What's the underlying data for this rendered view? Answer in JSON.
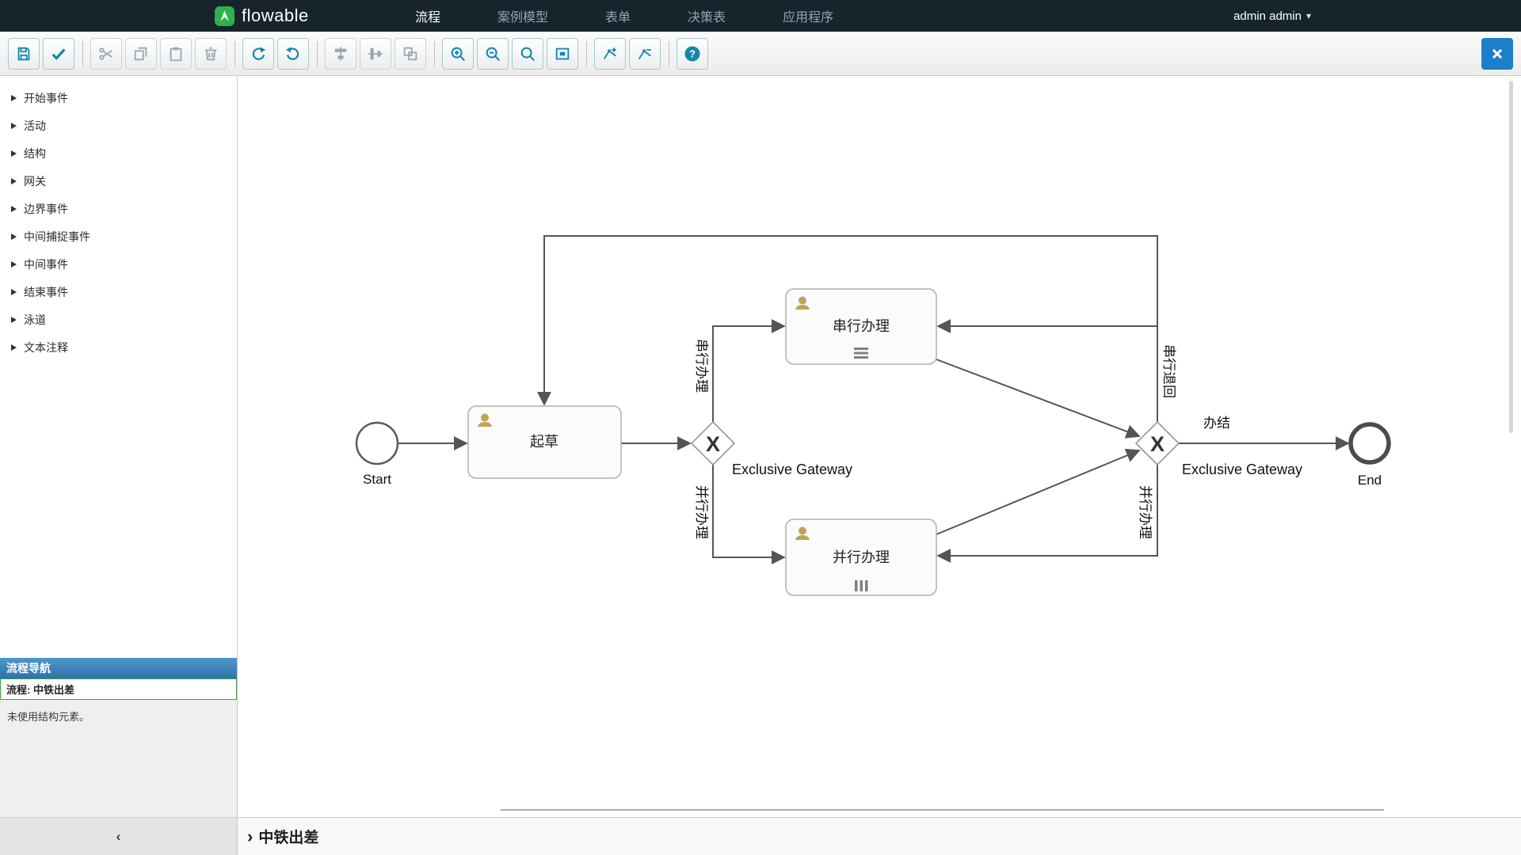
{
  "navbar": {
    "brand": "flowable",
    "tabs": [
      {
        "label": "流程",
        "active": true
      },
      {
        "label": "案例模型",
        "active": false
      },
      {
        "label": "表单",
        "active": false
      },
      {
        "label": "决策表",
        "active": false
      },
      {
        "label": "应用程序",
        "active": false
      }
    ],
    "user": "admin admin",
    "user_caret": "▾"
  },
  "toolbar": {
    "buttons": [
      "save",
      "validate",
      "cut",
      "copy",
      "paste",
      "delete",
      "redo",
      "undo",
      "align-horizontal",
      "align-vertical",
      "same-size",
      "zoom-in",
      "zoom-out",
      "zoom-actual",
      "zoom-fit",
      "add-bendpoint",
      "remove-bendpoint",
      "help",
      "close"
    ],
    "help_glyph": "?"
  },
  "palette": {
    "items": [
      "开始事件",
      "活动",
      "结构",
      "网关",
      "边界事件",
      "中间捕捉事件",
      "中间事件",
      "结束事件",
      "泳道",
      "文本注释"
    ]
  },
  "navigator": {
    "title": "流程导航",
    "current": "流程: 中铁出差",
    "note": "未使用结构元素。"
  },
  "footer": {
    "collapse_icon": "‹",
    "expand_icon": "›",
    "title": "中铁出差"
  },
  "diagram": {
    "start_label": "Start",
    "end_label": "End",
    "tasks": {
      "draft": "起草",
      "serial": "串行办理",
      "parallel": "并行办理"
    },
    "gateways": {
      "left_label": "Exclusive Gateway",
      "right_label": "Exclusive Gateway",
      "symbol": "X"
    },
    "edges": {
      "serial_out": "串行办理",
      "parallel_out": "并行办理",
      "serial_return": "串行退回",
      "parallel_return": "并行办理",
      "finish": "办结"
    }
  },
  "colors": {
    "accent": "#1486ad",
    "green": "#2fb24a",
    "navbar_bg": "#17242c",
    "close_blue": "#1c7fc9",
    "edge": "#555555"
  }
}
